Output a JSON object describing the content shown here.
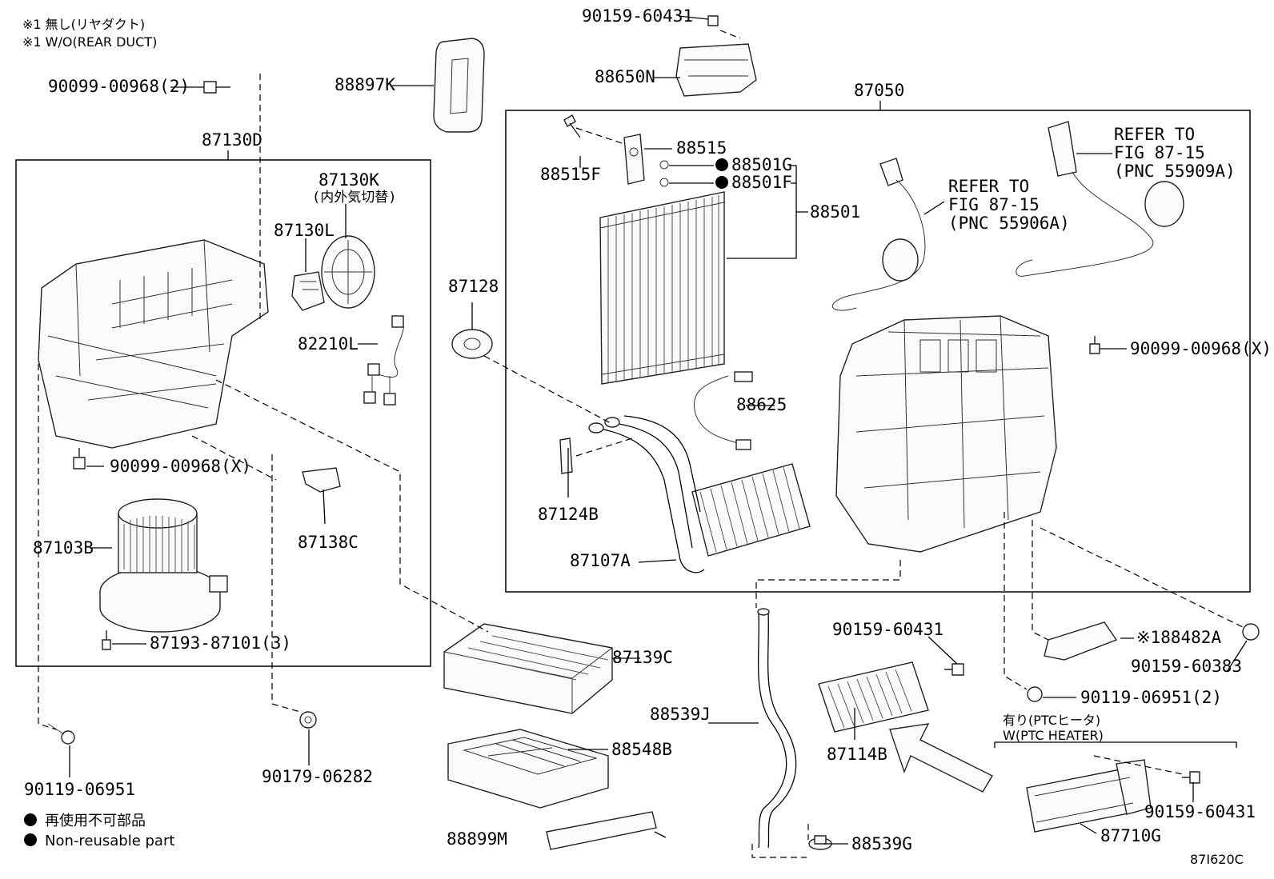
{
  "notes": {
    "note_jp": "※1 無し(リヤダクト)",
    "note_en": "※1 W/O(REAR DUCT)"
  },
  "labels": {
    "p_90099_00968_2": "90099-00968(2)",
    "p_88897K": "88897K",
    "p_90159_60431_top": "90159-60431",
    "p_88650N": "88650N",
    "p_87050": "87050",
    "p_87130D": "87130D",
    "p_87130K": "87130K",
    "p_87130K_sub": "(内外気切替)",
    "p_87130L": "87130L",
    "p_82210L": "82210L",
    "p_90099_00968_X_left": "90099-00968(X)",
    "p_87103B": "87103B",
    "p_87138C": "87138C",
    "p_87193_87101_3": "87193-87101(3)",
    "p_90119_06951": "90119-06951",
    "p_90179_06282": "90179-06282",
    "p_87128": "87128",
    "p_87139C": "87139C",
    "p_88548B": "88548B",
    "p_88899M": "88899M",
    "p_88515": "88515",
    "p_88515F": "88515F",
    "p_88501G": "88501G",
    "p_88501F": "88501F",
    "p_88501": "88501",
    "p_88625": "88625",
    "p_87124B": "87124B",
    "p_87107A": "87107A",
    "p_90099_00968_X_right": "90099-00968(X)",
    "p_88539J": "88539J",
    "p_88539G": "88539G",
    "p_90159_60431_mid": "90159-60431",
    "p_87114B": "87114B",
    "p_88482A": "※188482A",
    "p_90159_60383": "90159-60383",
    "p_90119_06951_2": "90119-06951(2)",
    "p_90159_60431_bot": "90159-60431",
    "p_87710G": "87710G"
  },
  "refer_1": {
    "line1": "REFER TO",
    "line2": "FIG 87-15",
    "line3": "(PNC 55906A)"
  },
  "refer_2": {
    "line1": "REFER TO",
    "line2": "FIG 87-15",
    "line3": "(PNC 55909A)"
  },
  "ptc": {
    "jp": "有り(PTCヒータ)",
    "en": "W(PTC HEATER)"
  },
  "legend": {
    "jp": "再使用不可部品",
    "en": "Non-reusable part"
  },
  "figure_id": "87I620C"
}
